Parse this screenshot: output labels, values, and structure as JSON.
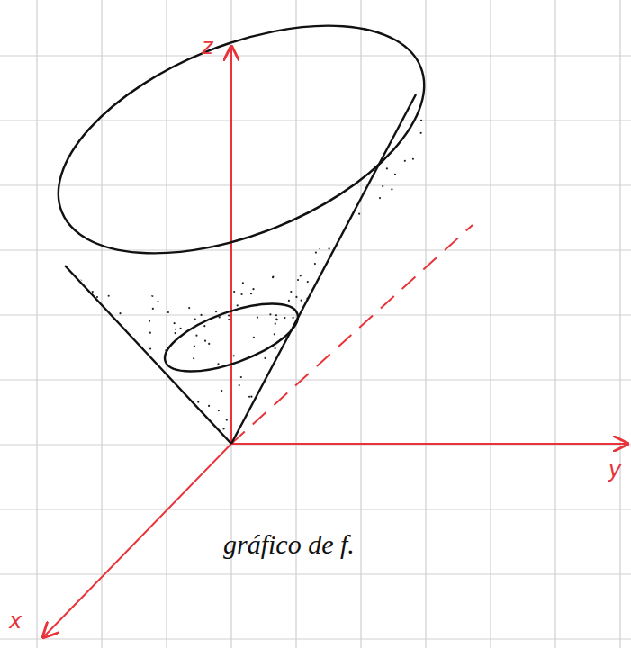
{
  "diagram": {
    "caption": "gráfico de f.",
    "labels": [
      "z",
      "y",
      "x"
    ]
  }
}
